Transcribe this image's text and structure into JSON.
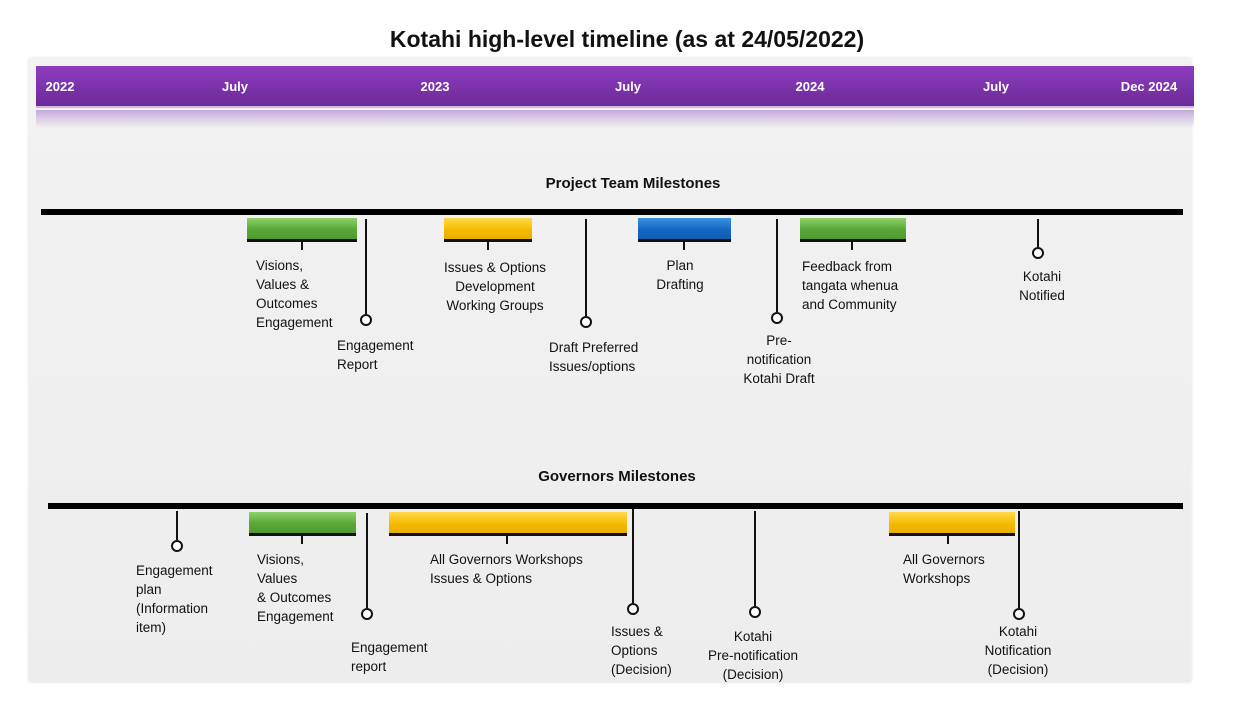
{
  "title": "Kotahi high-level timeline (as at 24/05/2022)",
  "timeline_header": {
    "ticks": [
      "2022",
      "July",
      "2023",
      "July",
      "2024",
      "July",
      "Dec 2024"
    ]
  },
  "colors": {
    "header_band": "#7b32ad",
    "green_bar": "#5aa738",
    "yellow_bar": "#f5bb00",
    "blue_bar": "#1468c2"
  },
  "project_team": {
    "heading": "Project Team Milestones",
    "phases": [
      "Visions,\nValues  &\nOutcomes\nEngagement",
      "Issues & Options\nDevelopment\nWorking Groups",
      "Plan\nDrafting",
      "Feedback from\ntangata whenua\nand Community"
    ],
    "milestones": [
      "Engagement\nReport",
      "Draft Preferred\nIssues/options",
      "Pre-\nnotification\nKotahi Draft",
      "Kotahi\nNotified"
    ]
  },
  "governors": {
    "heading": "Governors Milestones",
    "phases": [
      "Visions,\nValues\n& Outcomes\nEngagement",
      "All Governors Workshops\nIssues & Options",
      "All Governors\nWorkshops"
    ],
    "milestones": [
      "Engagement\nplan\n(Information\nitem)",
      "Engagement\nreport",
      "Issues &\nOptions\n(Decision)",
      "Kotahi\nPre-notification\n(Decision)",
      "Kotahi\nNotification\n(Decision)"
    ]
  }
}
